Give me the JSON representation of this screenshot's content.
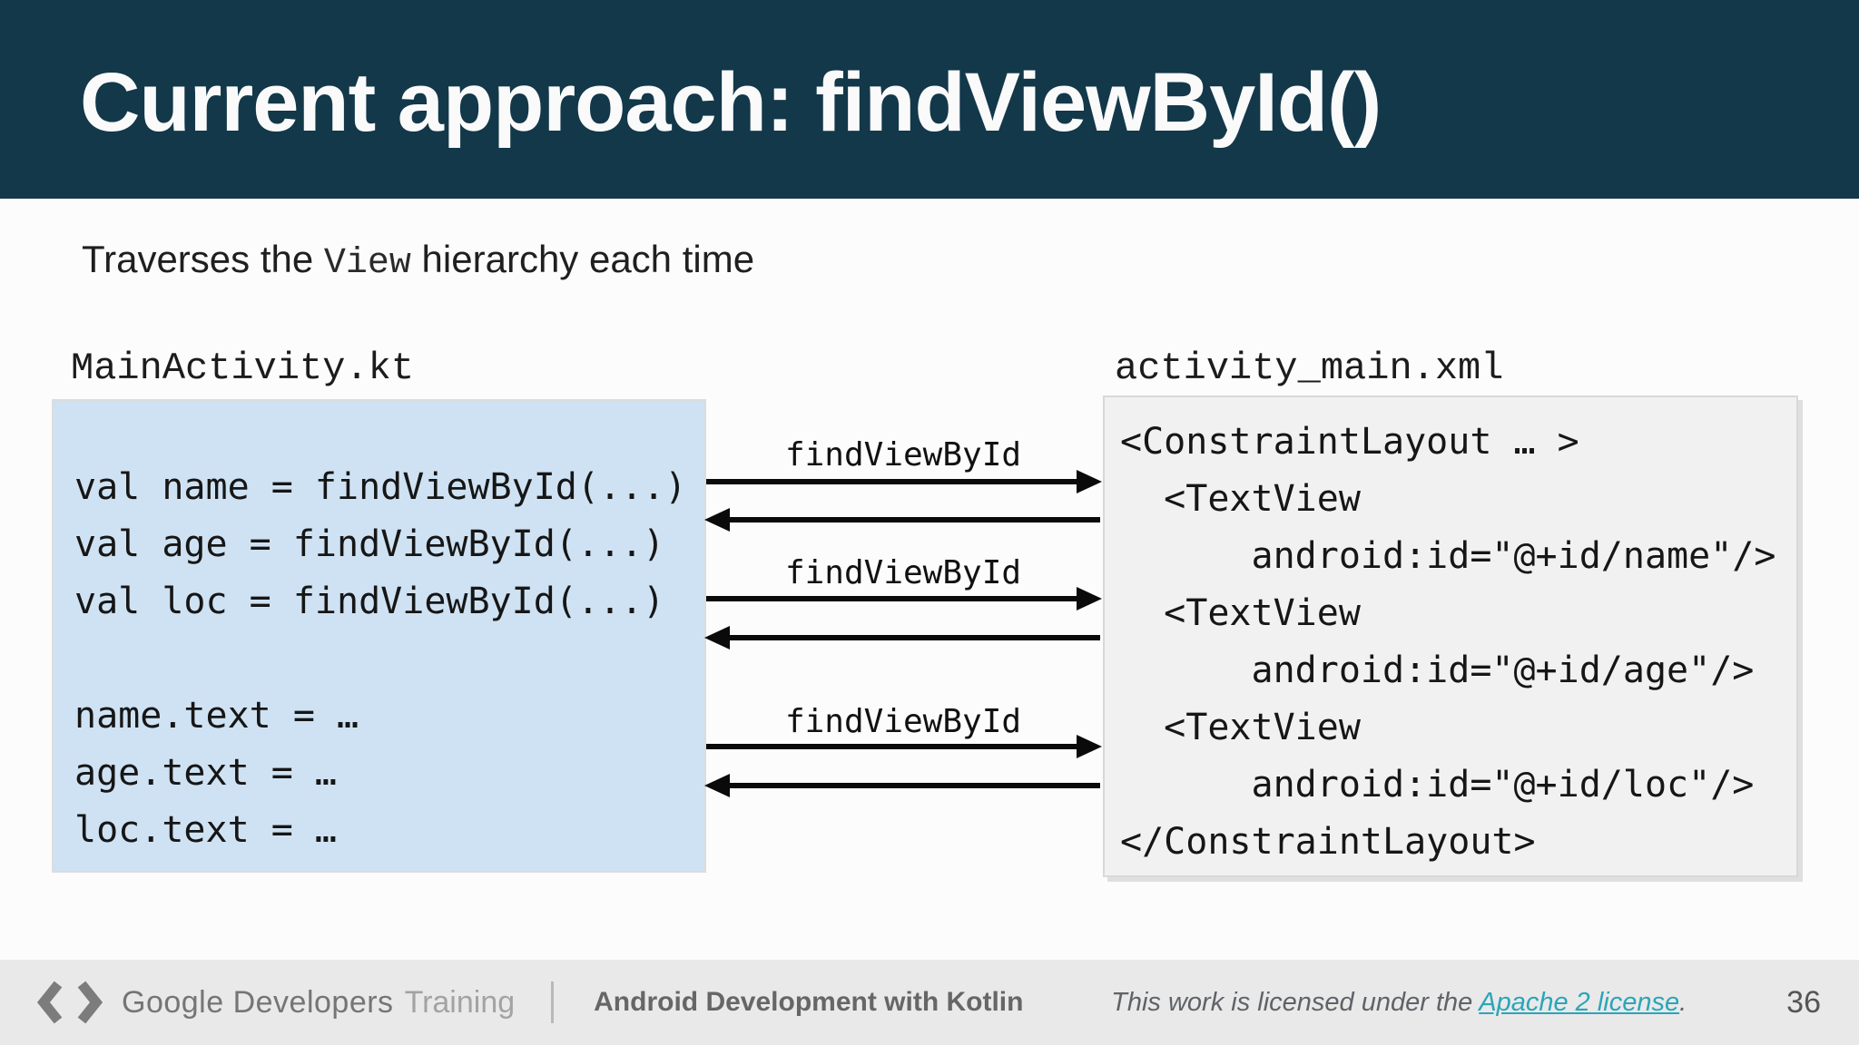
{
  "header": {
    "title": "Current approach: findViewById()"
  },
  "subtitle": {
    "prefix": "Traverses the ",
    "code": "View",
    "suffix": " hierarchy each time"
  },
  "kotlin_panel": {
    "filename": "MainActivity.kt",
    "lines": [
      "val name = findViewById(...)",
      "val age = findViewById(...)",
      "val loc = findViewById(...)",
      "",
      "name.text = …",
      "age.text = …",
      "loc.text = …"
    ]
  },
  "xml_panel": {
    "filename": "activity_main.xml",
    "lines": [
      "<ConstraintLayout … >",
      "  <TextView",
      "      android:id=\"@+id/name\"/>",
      "  <TextView",
      "      android:id=\"@+id/age\"/>",
      "  <TextView",
      "      android:id=\"@+id/loc\"/>",
      "</ConstraintLayout>"
    ]
  },
  "arrows": {
    "labels": [
      "findViewById",
      "findViewById",
      "findViewById"
    ]
  },
  "footer": {
    "brand_main": "Google Developers",
    "brand_training": "Training",
    "course": "Android Development with Kotlin",
    "license_prefix": "This work is licensed under the ",
    "license_link": "Apache 2 license",
    "license_suffix": ".",
    "page_number": "36"
  },
  "colors": {
    "header_bg": "#12384a",
    "title_text": "#fafafa",
    "kotlin_box_bg": "#cfe2f3",
    "xml_box_bg": "#f1f1f2",
    "footer_bg": "#e9e9e9",
    "link": "#2ba5b8",
    "arrow": "#0a0a0a"
  }
}
